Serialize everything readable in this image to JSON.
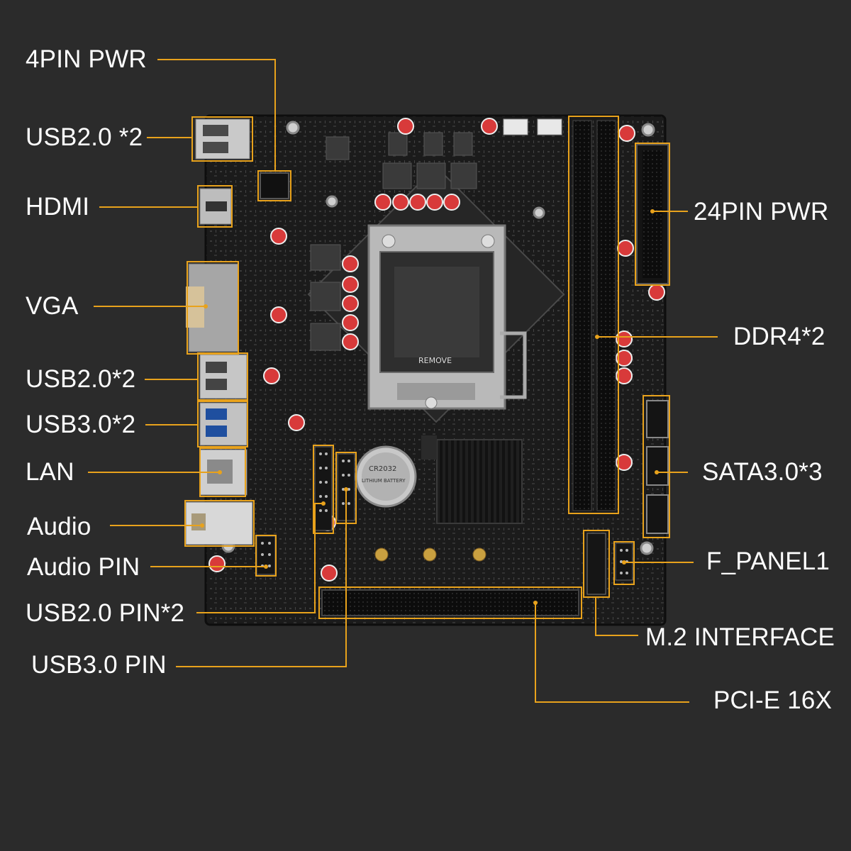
{
  "labels": {
    "pwr4": "4PIN PWR",
    "usb20_top": "USB2.0 *2",
    "hdmi": "HDMI",
    "vga": "VGA",
    "usb20_mid": "USB2.0*2",
    "usb30": "USB3.0*2",
    "lan": "LAN",
    "audio": "Audio",
    "audio_pin": "Audio PIN",
    "usb20_pin": "USB2.0  PIN*2",
    "usb30_pin": "USB3.0  PIN",
    "pwr24": "24PIN PWR",
    "ddr4": "DDR4*2",
    "sata": "SATA3.0*3",
    "fpanel": "F_PANEL1",
    "m2": "M.2 INTERFACE",
    "pcie": "PCI-E 16X"
  },
  "board": {
    "battery_model": "CR2032",
    "battery_text": "LITHIUM BATTERY",
    "socket_text": "REMOVE"
  },
  "colors": {
    "background": "#2b2b2b",
    "pcb": "#1c1c1c",
    "callout": "#e8a21c",
    "label": "#ffffff",
    "capacitor": "#d83a3a"
  }
}
